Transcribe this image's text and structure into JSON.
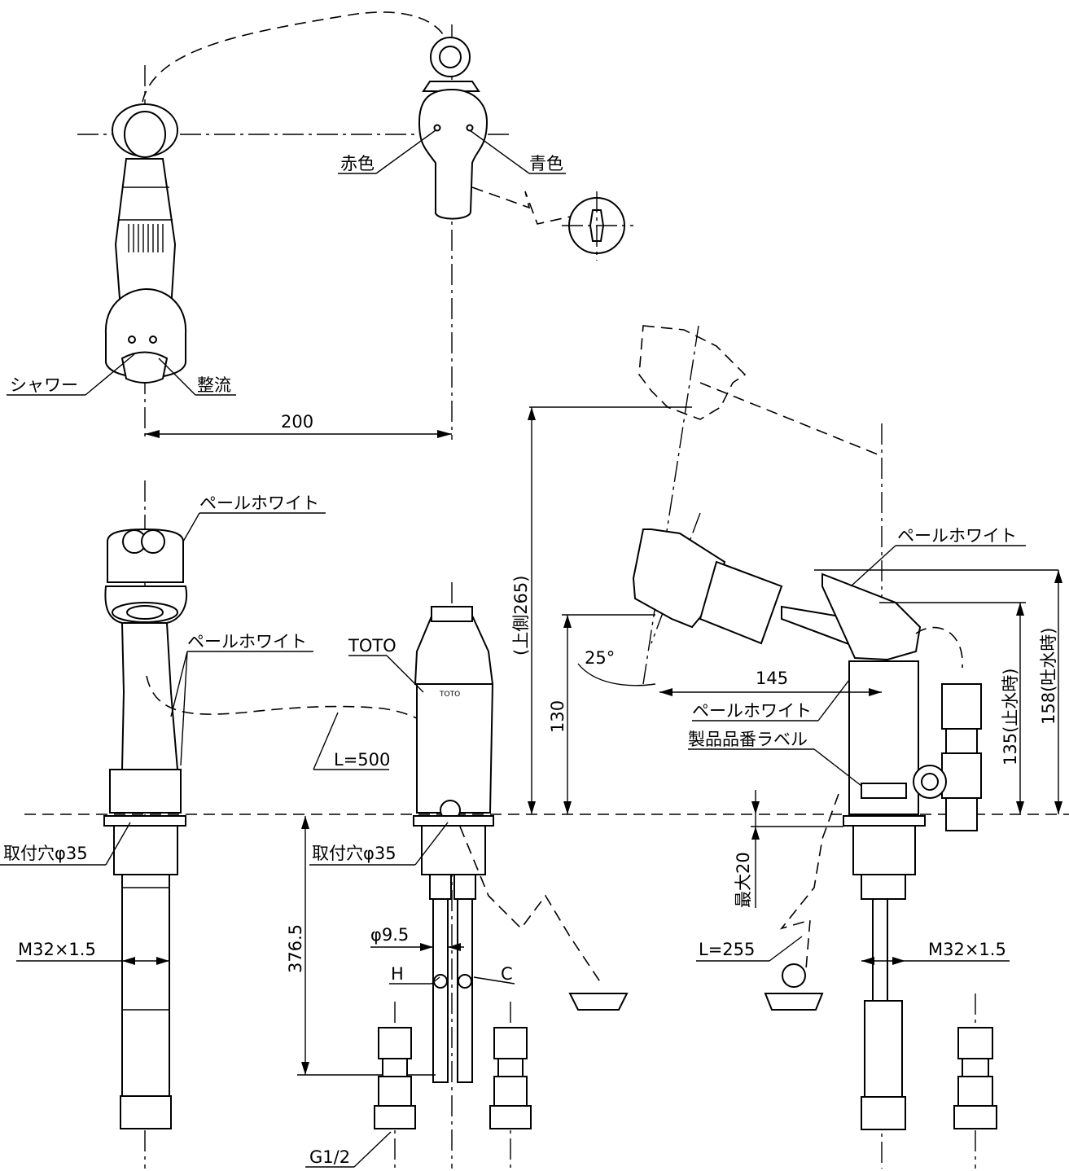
{
  "labels": {
    "red": "赤色",
    "blue": "青色",
    "shower": "シャワー",
    "laminar": "整流",
    "pearl_white_1": "ペールホワイト",
    "pearl_white_2": "ペールホワイト",
    "pearl_white_3": "ペールホワイト",
    "pearl_white_4": "ペールホワイト",
    "toto": "TOTO",
    "hose_length": "L=500",
    "mount_hole_left": "取付穴φ35",
    "mount_hole_center": "取付穴φ35",
    "thread_left": "M32×1.5",
    "thread_right": "M32×1.5",
    "pipe_dia": "φ9.5",
    "hot": "H",
    "cold": "C",
    "inlet_thread": "G1/2",
    "chain_length": "L=255",
    "product_label": "製品品番ラベル",
    "spout_mark": "TOTO"
  },
  "dimensions": {
    "d200": "200",
    "d265": "(上側265)",
    "d130": "130",
    "d145": "145",
    "d25": "25°",
    "d376": "376.5",
    "d20": "最大20",
    "d135": "135(止水時)",
    "d158": "158(吐水時)"
  }
}
